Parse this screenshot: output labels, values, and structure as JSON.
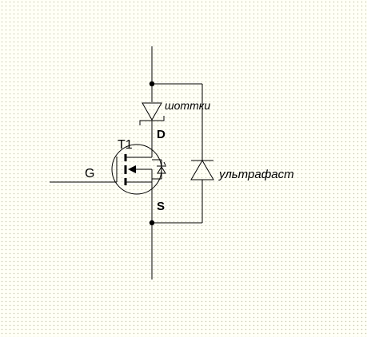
{
  "transistor": {
    "designator": "T1",
    "gate_label": "G",
    "drain_label": "D",
    "source_label": "S"
  },
  "diodes": {
    "schottky_label": "шоттки",
    "ultrafast_label": "ультрафаст"
  },
  "colors": {
    "background": "#fffff6",
    "grid_dots": "#c9c9b2",
    "lines": "#000000"
  },
  "icons": {
    "mosfet": "n-channel-mosfet-symbol",
    "schottky": "schottky-diode-symbol",
    "ultrafast": "diode-symbol",
    "junction": "junction-dot"
  }
}
